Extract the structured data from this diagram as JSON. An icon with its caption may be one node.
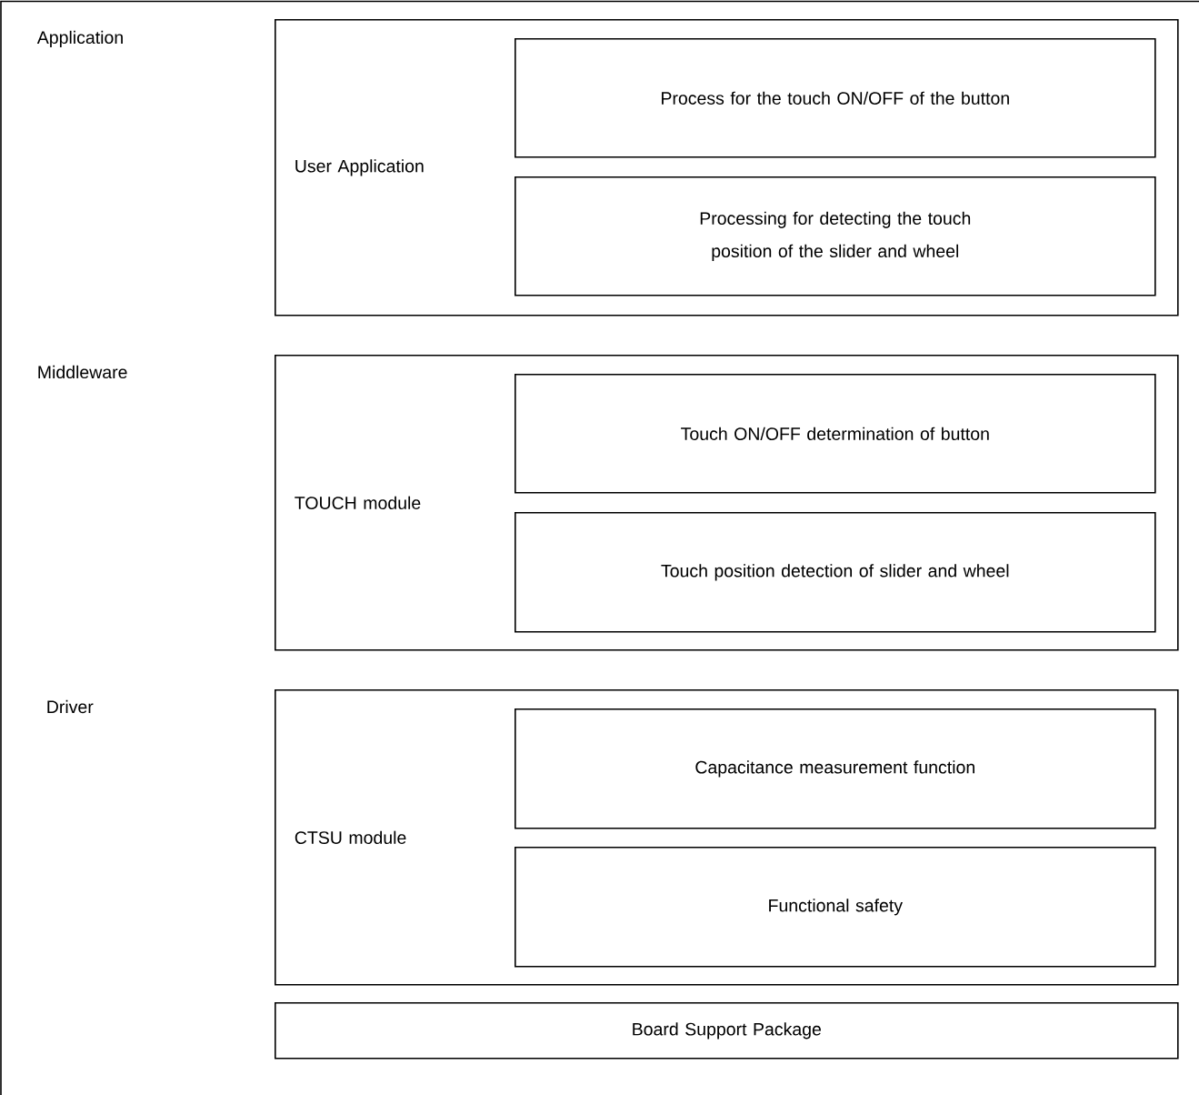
{
  "diagram": {
    "nodes": [
      {
        "text": [
          "User Application"
        ]
      },
      {
        "text": [
          "Process for the touch ON/OFF of the button"
        ],
        "in": 0
      },
      {
        "text": [
          "Processing for detecting the touch position of the slider and wheel"
        ],
        "in": 0
      },
      {
        "text": [
          "TOUCH module"
        ]
      },
      {
        "text": [
          "Touch ON/OFF determination of button"
        ],
        "in": 3
      },
      {
        "text": [
          "Touch position detection of slider and wheel"
        ],
        "in": 3
      },
      {
        "text": [
          "CTSU module"
        ]
      },
      {
        "text": [
          "Capacitance measurement function"
        ],
        "in": 6
      },
      {
        "text": [
          "Functional safety"
        ],
        "in": 6
      },
      {
        "text": [
          "Board Support Package"
        ]
      }
    ],
    "edges": [],
    "labels": [
      "Application",
      "Middleware",
      "Driver"
    ]
  }
}
